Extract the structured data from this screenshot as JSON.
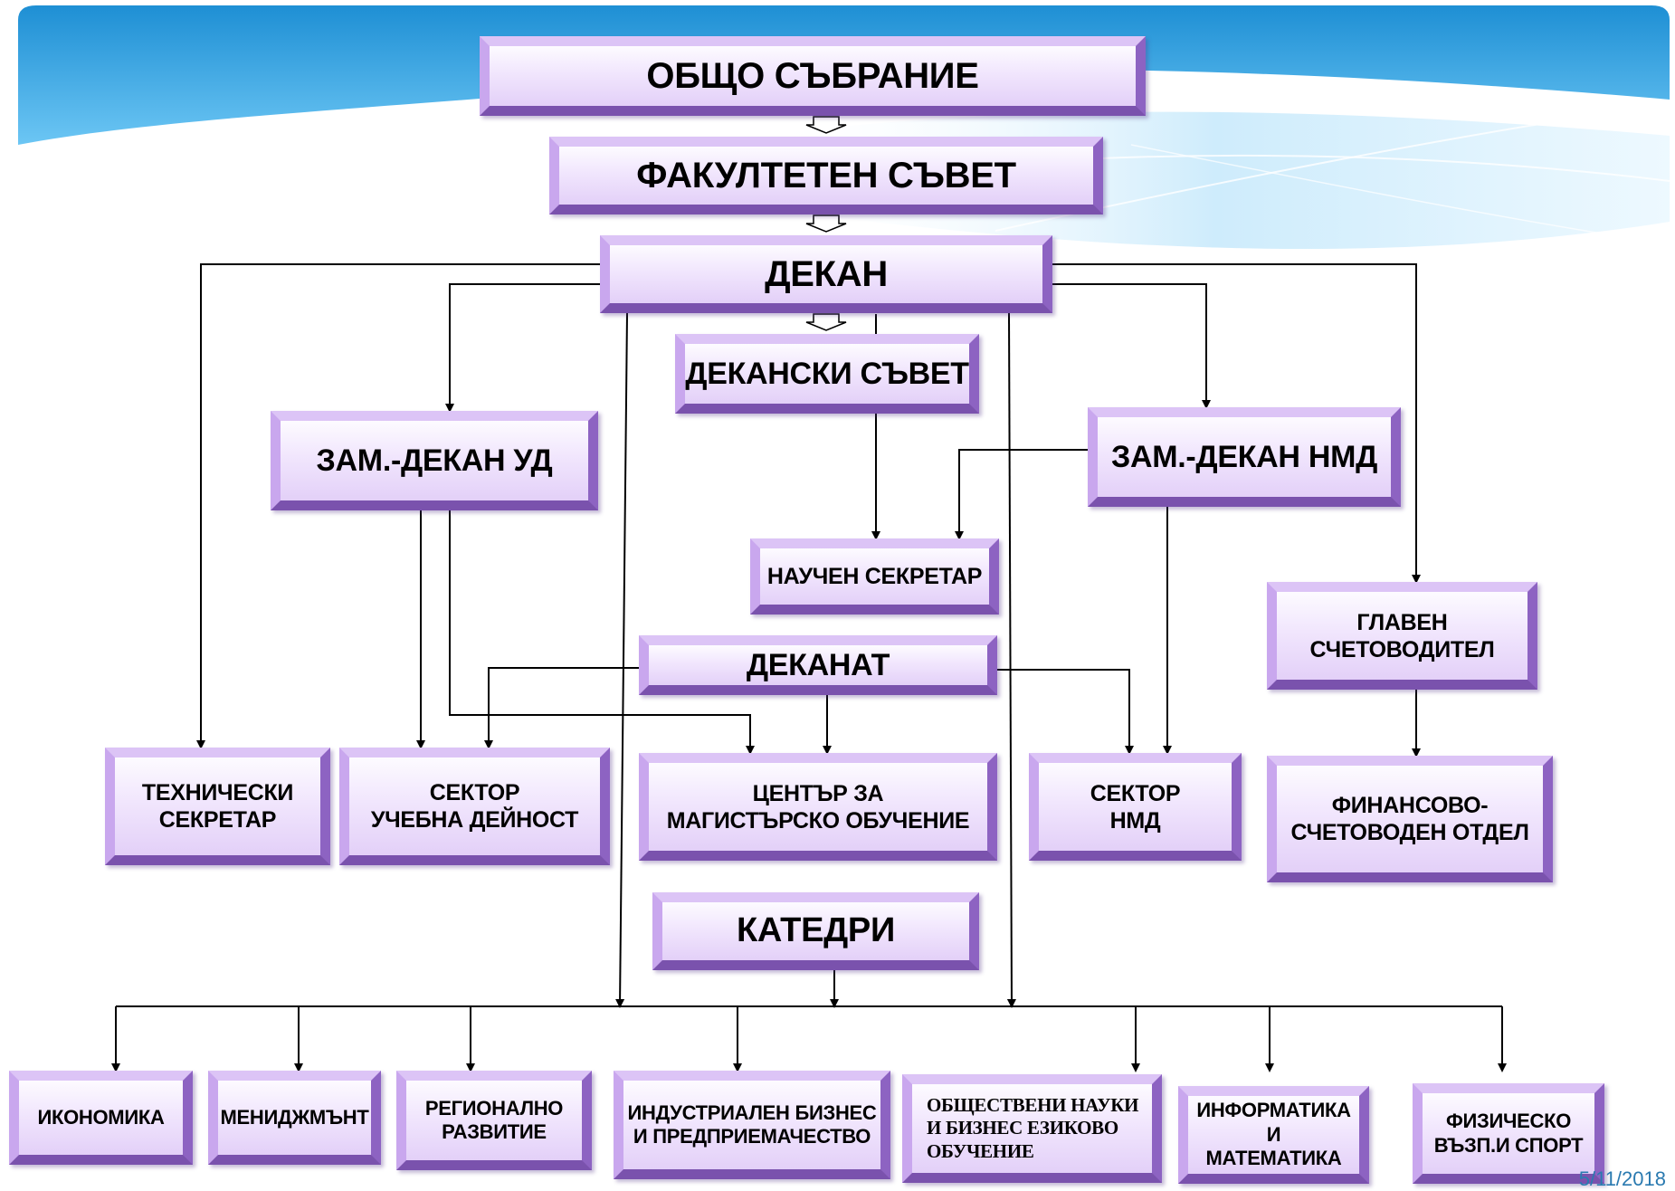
{
  "org_chart": {
    "general_assembly": "ОБЩО СЪБРАНИЕ",
    "faculty_council": "ФАКУЛТЕТЕН СЪВЕТ",
    "dean": "ДЕКАН",
    "dean_council": "ДЕКАНСКИ СЪВЕТ",
    "vice_dean_ud": "ЗАМ.-ДЕКАН УД",
    "vice_dean_nmd": "ЗАМ.-ДЕКАН НМД",
    "scientific_secretary": "НАУЧЕН СЕКРЕТАР",
    "chief_accountant": "ГЛАВЕН\nСЧЕТОВОДИТЕЛ",
    "deanery": "ДЕКАНАТ",
    "technical_secretary": "ТЕХНИЧЕСКИ\nСЕКРЕТАР",
    "sector_education": "СЕКТОР\nУЧЕБНА  ДЕЙНОСТ",
    "masters_center": "ЦЕНТЪР ЗА\nМАГИСТЪРСКО ОБУЧЕНИЕ",
    "sector_nmd": "СЕКТОР\nНМД",
    "finance_department": "ФИНАНСОВО-\nСЧЕТОВОДЕН ОТДЕЛ",
    "departments_header": "КАТЕДРИ",
    "departments": [
      "ИКОНОМИКА",
      "МЕНИДЖМЪНТ",
      "РЕГИОНАЛНО\nРАЗВИТИЕ",
      "ИНДУСТРИАЛЕН БИЗНЕС\nИ ПРЕДПРИЕМАЧЕСТВО",
      "ОБЩЕСТВЕНИ НАУКИ\nИ БИЗНЕС ЕЗИКОВО\nОБУЧЕНИЕ",
      "ИНФОРМАТИКА И\nМАТЕМАТИКА",
      "ФИЗИЧЕСКО\nВЪЗП.И СПОРТ"
    ]
  },
  "footer": {
    "date_fragment": "5/11/2018"
  },
  "colors": {
    "box_face": "#f1e6fd",
    "box_bevel_light": "#dcc4f6",
    "box_bevel_dark": "#7a52ad",
    "header_wave": "#3fa5e0",
    "connector": "#000000"
  }
}
